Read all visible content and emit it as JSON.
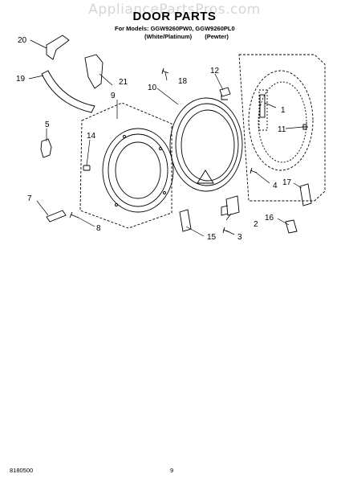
{
  "watermark": "AppliancePartsPros.com",
  "title": "DOOR PARTS",
  "models": {
    "line1": "For Models: GGW9260PW0, GGW9260PL0",
    "variant_white": "(White/Platinum)",
    "variant_pewter": "(Pewter)"
  },
  "callouts": [
    {
      "id": "c1",
      "label": "1"
    },
    {
      "id": "c2",
      "label": "2"
    },
    {
      "id": "c3",
      "label": "3"
    },
    {
      "id": "c4",
      "label": "4"
    },
    {
      "id": "c5",
      "label": "5"
    },
    {
      "id": "c7",
      "label": "7"
    },
    {
      "id": "c8",
      "label": "8"
    },
    {
      "id": "c9",
      "label": "9"
    },
    {
      "id": "c10",
      "label": "10"
    },
    {
      "id": "c11",
      "label": "11"
    },
    {
      "id": "c12",
      "label": "12"
    },
    {
      "id": "c14",
      "label": "14"
    },
    {
      "id": "c15",
      "label": "15"
    },
    {
      "id": "c16",
      "label": "16"
    },
    {
      "id": "c17",
      "label": "17"
    },
    {
      "id": "c18",
      "label": "18"
    },
    {
      "id": "c19",
      "label": "19"
    },
    {
      "id": "c20",
      "label": "20"
    },
    {
      "id": "c21",
      "label": "21"
    }
  ],
  "footer": {
    "doc_number": "8180500",
    "page_number": "9"
  }
}
